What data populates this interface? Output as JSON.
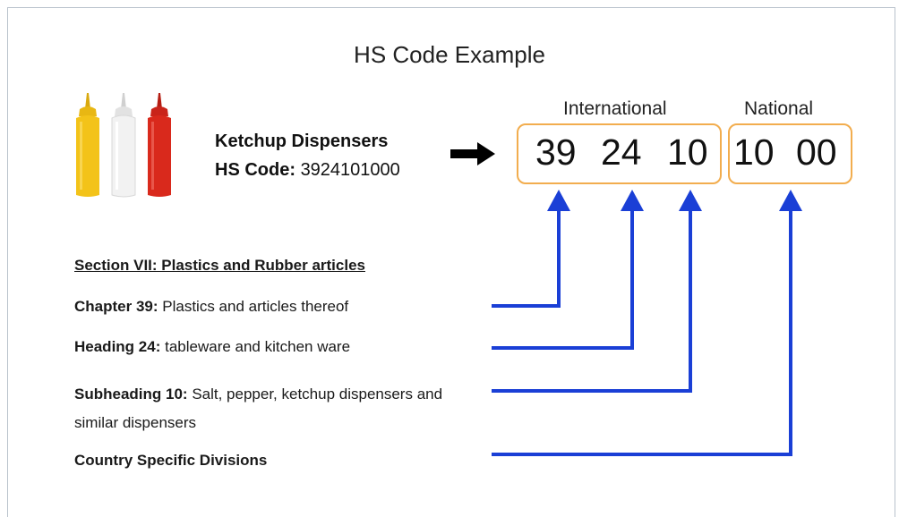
{
  "title": "HS Code Example",
  "product": {
    "name": "Ketchup Dispensers",
    "code_label": "HS Code:",
    "code_value": "3924101000"
  },
  "groups": {
    "international_label": "International",
    "national_label": "National"
  },
  "digits": [
    "39",
    "24",
    "10",
    "10",
    "00"
  ],
  "levels": {
    "section": "Section VII: Plastics and Rubber articles",
    "chapter_key": "Chapter 39:",
    "chapter_text": "Plastics and articles thereof",
    "heading_key": "Heading 24:",
    "heading_text": "tableware and kitchen ware",
    "subheading_key": "Subheading 10:",
    "subheading_text": "Salt, pepper, ketchup dispensers and similar dispensers",
    "country": "Country Specific Divisions"
  },
  "colors": {
    "box_border": "#f2ad4e",
    "connector": "#1a3fd6",
    "bottle_yellow": "#f3c319",
    "bottle_white": "#f2f2f2",
    "bottle_red": "#d9291c"
  }
}
